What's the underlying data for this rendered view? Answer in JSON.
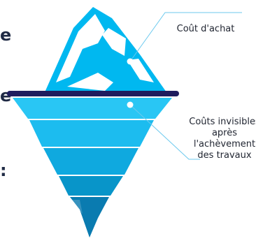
{
  "diagram": {
    "callouts": [
      {
        "label": "Coût d'achat"
      },
      {
        "label": "Coûts invisibles après l'achèvement des travaux"
      }
    ],
    "edge_fragments": [
      "e",
      "e",
      ":"
    ]
  },
  "colors": {
    "outline": "#1f2a44",
    "waterline": "#1f1d5e",
    "ice_top": "#00b8f0",
    "ice_light": "#29c6f4",
    "layer_1": "#1cbcef",
    "layer_2": "#0fa9df",
    "layer_3": "#0895c9",
    "layer_4": "#0a7bb0",
    "leader_line": "#6cc9ee",
    "dot": "#ffffff"
  }
}
